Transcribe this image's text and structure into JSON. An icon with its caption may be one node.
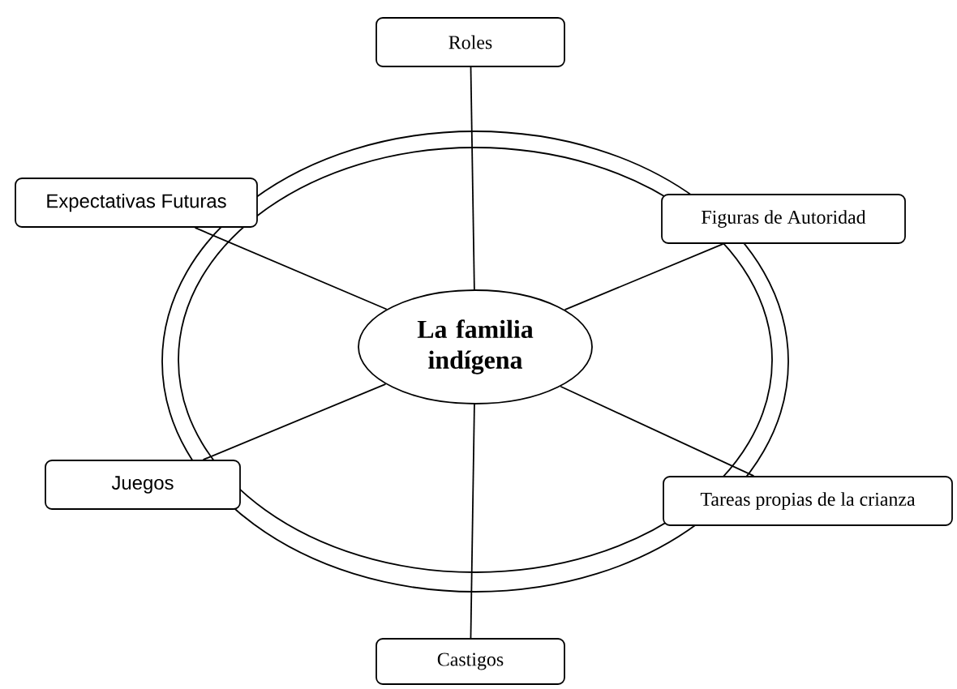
{
  "diagram": {
    "nodes": [
      {
        "text": [
          "Roles"
        ]
      },
      {
        "text": [
          "Expectativas Futuras"
        ]
      },
      {
        "text": [
          "Figuras de Autoridad"
        ]
      },
      {
        "text": [
          "La familia indígena"
        ]
      },
      {
        "text": [
          "Juegos"
        ]
      },
      {
        "text": [
          "Tareas propias de la crianza"
        ]
      },
      {
        "text": [
          "Castigos"
        ]
      }
    ],
    "edges": [
      {
        "from": 3,
        "to": 0,
        "arrow": "none"
      },
      {
        "from": 3,
        "to": 1,
        "arrow": "none"
      },
      {
        "from": 3,
        "to": 2,
        "arrow": "none"
      },
      {
        "from": 3,
        "to": 4,
        "arrow": "none"
      },
      {
        "from": 3,
        "to": 5,
        "arrow": "none"
      },
      {
        "from": 3,
        "to": 6,
        "arrow": "none"
      }
    ]
  }
}
